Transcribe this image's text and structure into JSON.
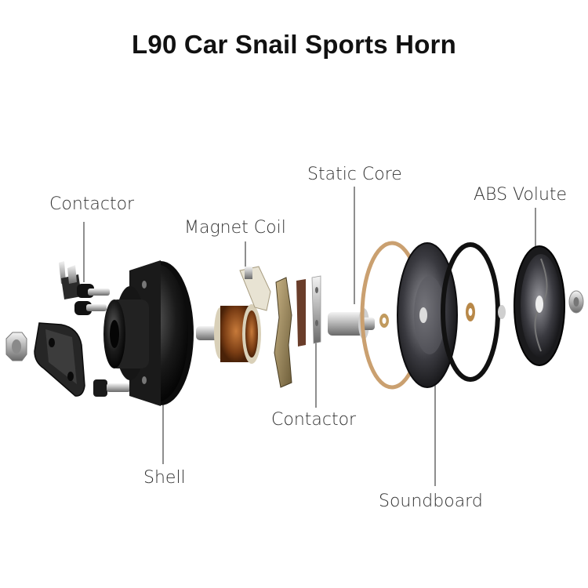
{
  "title": "L90 Car Snail Sports Horn",
  "labels": {
    "contactor_top": "Contactor",
    "magnet_coil": "Magnet Coil",
    "static_core": "Static Core",
    "abs_volute": "ABS Volute",
    "contactor_bottom": "Contactor",
    "shell": "Shell",
    "soundboard": "Soundboard"
  }
}
